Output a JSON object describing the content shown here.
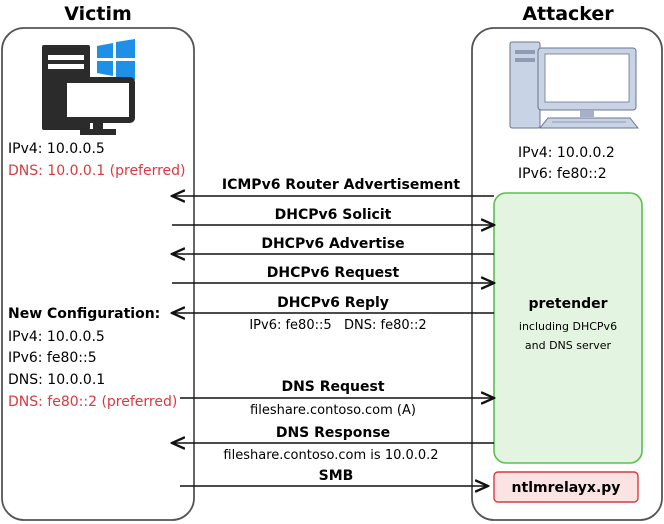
{
  "victim": {
    "title": "Victim",
    "ipv4": "IPv4: 10.0.0.5",
    "dns": "DNS: 10.0.0.1 (preferred)",
    "new_config": {
      "heading": "New Configuration:",
      "ipv4": "IPv4: 10.0.0.5",
      "ipv6": "IPv6: fe80::5",
      "dns": "DNS: 10.0.0.1",
      "dns_preferred": "DNS: fe80::2 (preferred)"
    }
  },
  "attacker": {
    "title": "Attacker",
    "ipv4": "IPv4: 10.0.0.2",
    "ipv6": "IPv6: fe80::2",
    "pretender": {
      "title": "pretender",
      "line1": "including DHCPv6",
      "line2": "and DNS server"
    },
    "ntlmrelayx": "ntlmrelayx.py"
  },
  "messages": [
    {
      "label": "ICMPv6 Router Advertisement",
      "sub": "",
      "dir": "to-victim"
    },
    {
      "label": "DHCPv6 Solicit",
      "sub": "",
      "dir": "to-attacker"
    },
    {
      "label": "DHCPv6 Advertise",
      "sub": "",
      "dir": "to-victim"
    },
    {
      "label": "DHCPv6 Request",
      "sub": "",
      "dir": "to-attacker"
    },
    {
      "label": "DHCPv6 Reply",
      "sub": "IPv6: fe80::5   DNS: fe80::2",
      "dir": "to-victim"
    },
    {
      "label": "DNS Request",
      "sub": "fileshare.contoso.com (A)",
      "dir": "to-attacker"
    },
    {
      "label": "DNS Response",
      "sub": "fileshare.contoso.com is 10.0.0.2",
      "dir": "to-victim"
    },
    {
      "label": "SMB",
      "sub": "",
      "dir": "to-attacker"
    }
  ],
  "colors": {
    "alert": "#d9393f",
    "windows": "#1e90e6",
    "server": "#2b2b2b",
    "attacker_pc": "#c9d3e6",
    "pretender_fill": "#e3f5e0",
    "pretender_stroke": "#59c04f",
    "ntlm_fill": "#fbe3e3",
    "ntlm_stroke": "#d9393f"
  }
}
